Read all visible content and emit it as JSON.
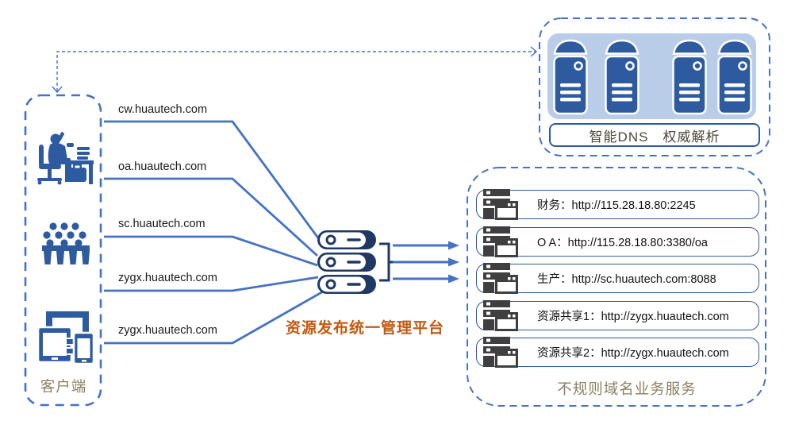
{
  "client": {
    "label": "客户端"
  },
  "domains": [
    "cw.huautech.com",
    "oa.huautech.com",
    "sc.huautech.com",
    "zygx.huautech.com",
    "zygx.huautech.com"
  ],
  "platform": {
    "label": "资源发布统一管理平台"
  },
  "dns": {
    "label": "智能DNS　权威解析",
    "server_count": 4
  },
  "services": {
    "label": "不规则域名业务服务",
    "rows": [
      {
        "text": "财务：http://115.28.18.80:2245"
      },
      {
        "text": "O A：http://115.28.18.80:3380/oa"
      },
      {
        "text": "生产：http://sc.huautech.com:8088"
      },
      {
        "text": "资源共享1：http://zygx.huautech.com"
      },
      {
        "text": "资源共享2：http://zygx.huautech.com"
      }
    ]
  },
  "icons": {
    "client": [
      "office-worker",
      "crowd",
      "multi-devices"
    ],
    "platform": "server-rack-stack",
    "dns": "server-tower",
    "service_row": "web-service-window"
  },
  "colors": {
    "line_blue": "#4472C4",
    "stack_navy": "#1F3864",
    "icon_blue": "#2E5B9F",
    "dns_panel_blue": "#B9CDE9",
    "service_icon_gray": "#3F3F3F",
    "platform_label_orange": "#C45911",
    "caption_tan": "#8A7F5F"
  }
}
